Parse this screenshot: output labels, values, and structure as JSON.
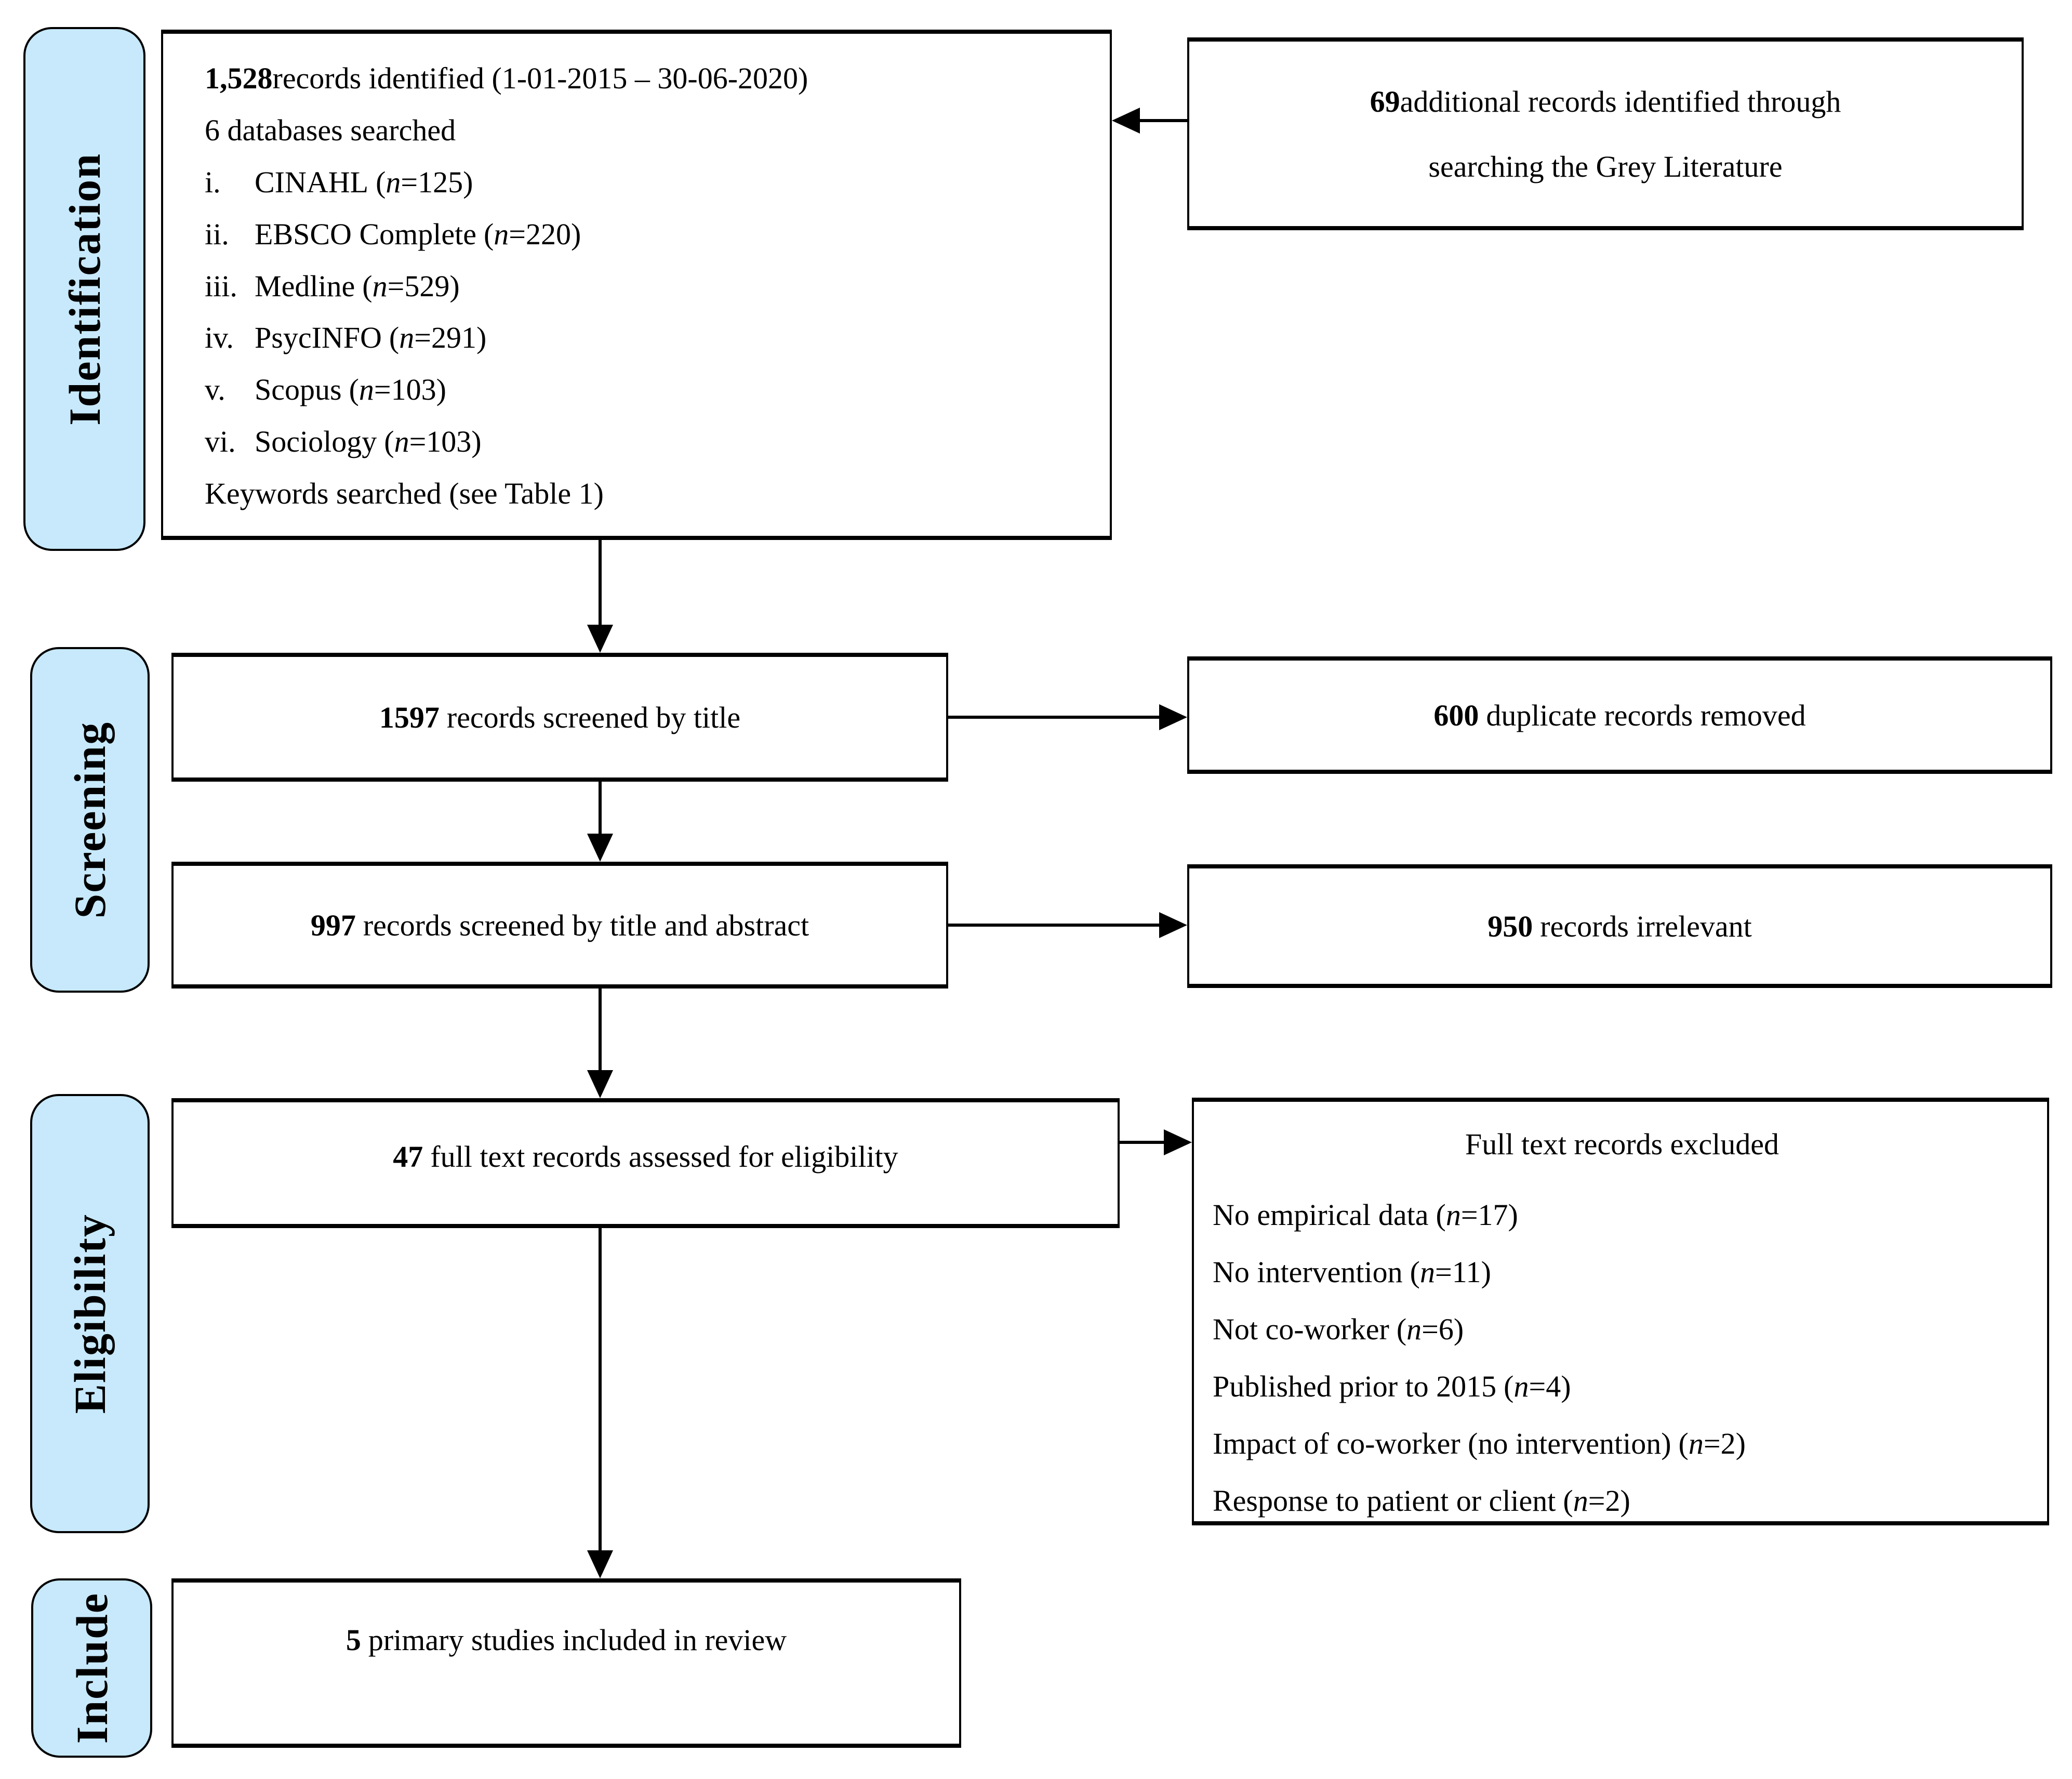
{
  "diagram": {
    "background": "#FFFFFF",
    "stage_fill": "#C7E9FB",
    "border_color": "#000000",
    "math_var": "n",
    "stages": [
      {
        "label": "Identification"
      },
      {
        "label": "Screening"
      },
      {
        "label": "Eligibility"
      },
      {
        "label": "Include"
      }
    ],
    "identification": {
      "records_count": "1,528",
      "records_text": "records identified (1-01-2015 – 30-06-2020)",
      "databases_heading": "6 databases searched",
      "databases": [
        {
          "numeral": "i.",
          "name": "CINAHL",
          "n": "125"
        },
        {
          "numeral": "ii.",
          "name": "EBSCO Complete",
          "n": "220"
        },
        {
          "numeral": "iii.",
          "name": "Medline",
          "n": "529"
        },
        {
          "numeral": "iv.",
          "name": "PsycINFO",
          "n": "291"
        },
        {
          "numeral": "v.",
          "name": "Scopus",
          "n": "103"
        },
        {
          "numeral": "vi.",
          "name": "Sociology",
          "n": "103"
        }
      ],
      "keywords_note": "Keywords searched (see Table 1)"
    },
    "grey_literature": {
      "count": "69",
      "line1": "additional records identified through",
      "line2": "searching the Grey Literature"
    },
    "screened_title": {
      "count": "1597",
      "text": "records screened by title"
    },
    "duplicates_removed": {
      "count": "600",
      "text": "duplicate records removed"
    },
    "screened_abstract": {
      "count": "997",
      "text": "records screened by title and abstract"
    },
    "records_irrelevant": {
      "count": "950",
      "text": "records irrelevant"
    },
    "fulltext_assessed": {
      "count": "47",
      "text": "full text records assessed for eligibility"
    },
    "fulltext_excluded": {
      "title": "Full text records excluded",
      "reasons": [
        {
          "reason": "No empirical data",
          "n": "17"
        },
        {
          "reason": "No intervention",
          "n": "11"
        },
        {
          "reason": "Not co-worker",
          "n": "6"
        },
        {
          "reason": "Published prior to 2015",
          "n": "4"
        },
        {
          "reason": "Impact of co-worker (no intervention)",
          "n": "2"
        },
        {
          "reason": "Response to patient or client",
          "n": "2"
        }
      ]
    },
    "included": {
      "count": "5",
      "text": "primary studies included in review"
    }
  }
}
